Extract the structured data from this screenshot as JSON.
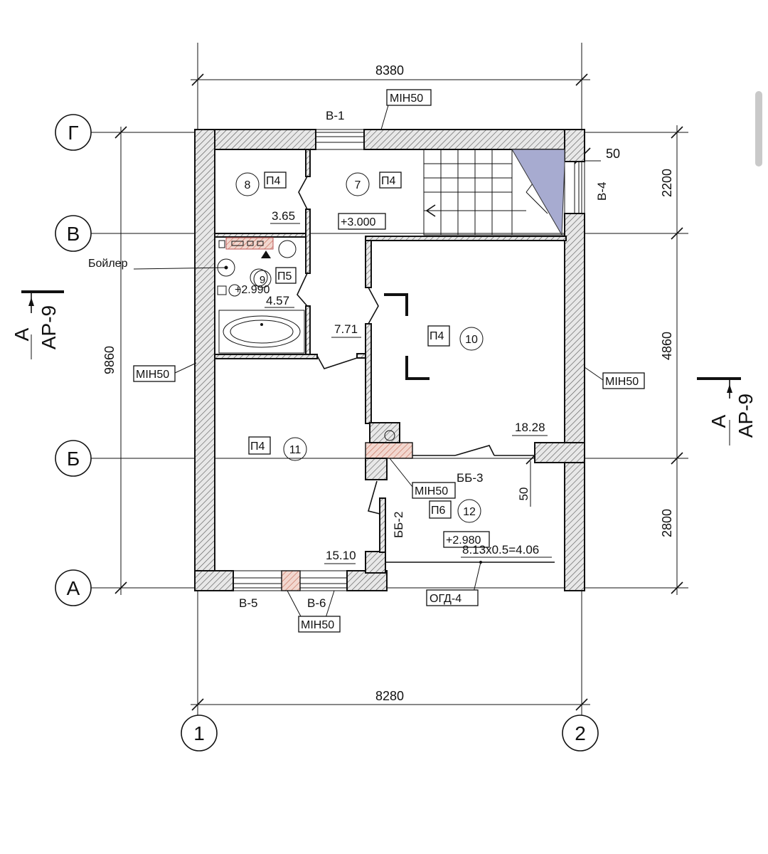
{
  "dimensions": {
    "top": "8380",
    "bottom": "8280",
    "left": "9860",
    "right_top": "2200",
    "right_mid": "4860",
    "right_bottom": "2800",
    "stair_offset": "50",
    "door_offset": "50"
  },
  "axes": {
    "row_g": "Г",
    "row_v": "В",
    "row_b": "Б",
    "row_a": "А",
    "col_1": "1",
    "col_2": "2"
  },
  "sections": {
    "left_letter": "А",
    "left_sheet": "АР-9",
    "right_letter": "А",
    "right_sheet": "АР-9"
  },
  "openings": {
    "v1": "В-1",
    "v4": "В-4",
    "v5": "В-5",
    "v6": "В-6",
    "bb2": "ББ-2",
    "bb3": "ББ-3",
    "ogd4": "ОГД-4"
  },
  "materials": {
    "top_wall": "МІН50",
    "left_wall": "МІН50",
    "right_wall": "МІН50",
    "partition": "МІН50",
    "bottom_wall": "МІН50"
  },
  "rooms": [
    {
      "number": "8",
      "finish": "П4",
      "area": "3.65"
    },
    {
      "number": "7",
      "finish": "П4",
      "level": "+3.000"
    },
    {
      "number": "9",
      "finish": "П5",
      "area": "4.57",
      "level": "+2.990"
    },
    {
      "number": "10",
      "finish": "П4",
      "area": "7.71"
    },
    {
      "number": "11",
      "finish": "П4",
      "area": "15.10"
    },
    {
      "number": "12",
      "finish": "П6",
      "level": "+2.980",
      "formula": "8.13x0.5=4.06"
    }
  ],
  "corridor_area": "18.28",
  "labels": {
    "boiler": "Бойлер"
  }
}
